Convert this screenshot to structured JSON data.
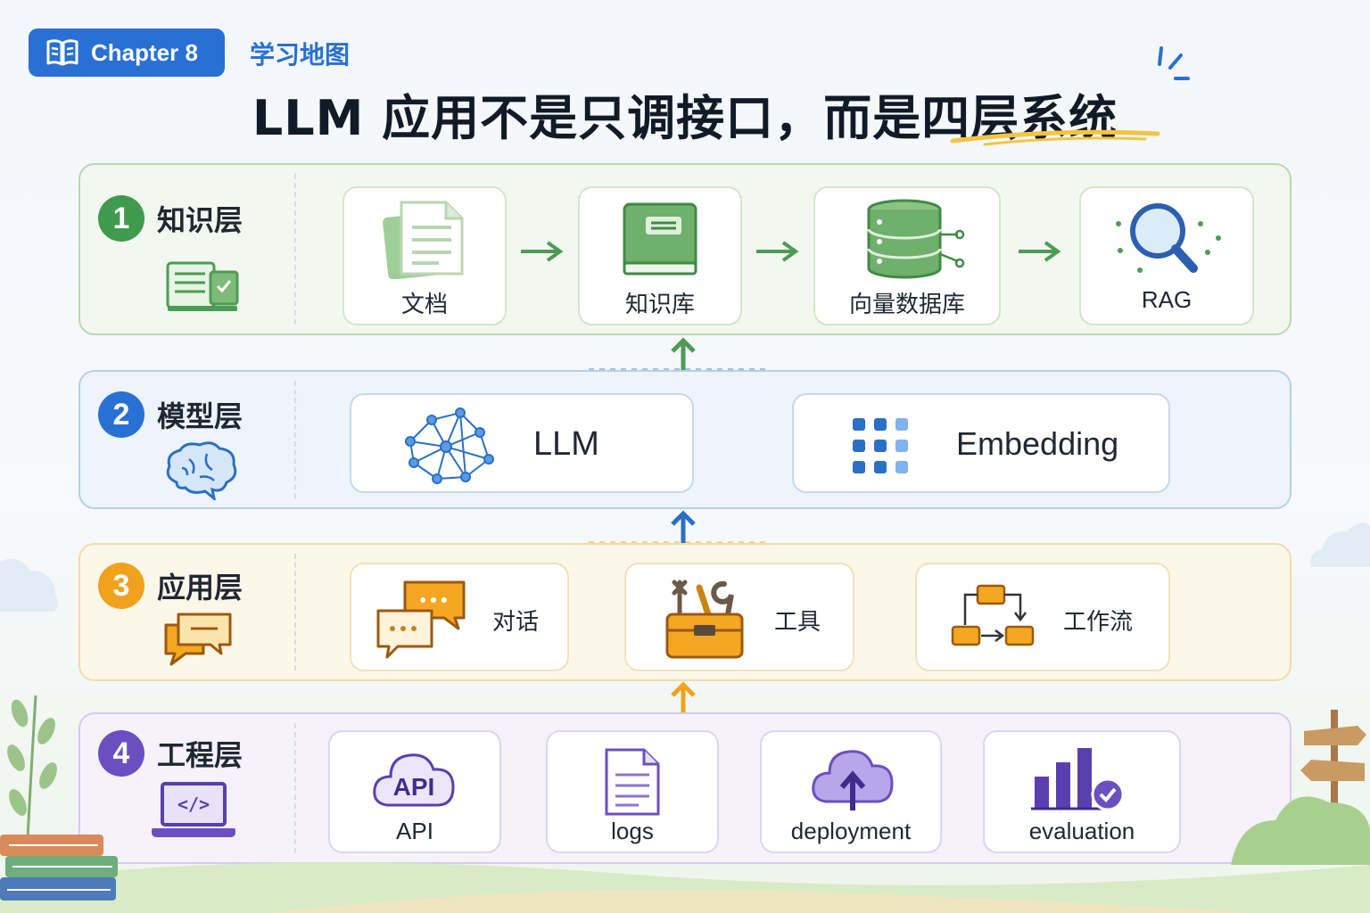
{
  "header": {
    "badge": "Chapter 8",
    "subtitle": "学习地图",
    "title": "LLM 应用不是只调接口，而是四层系统"
  },
  "layers": [
    {
      "number": "1",
      "name": "知识层",
      "color": "#3f9a4d",
      "items": [
        "文档",
        "知识库",
        "向量数据库",
        "RAG"
      ]
    },
    {
      "number": "2",
      "name": "模型层",
      "color": "#2870d4",
      "items": [
        "LLM",
        "Embedding"
      ]
    },
    {
      "number": "3",
      "name": "应用层",
      "color": "#f0a21e",
      "items": [
        "对话",
        "工具",
        "工作流"
      ]
    },
    {
      "number": "4",
      "name": "工程层",
      "color": "#6b4fc1",
      "items": [
        "API",
        "logs",
        "deployment",
        "evaluation"
      ],
      "icon_text": {
        "api": "API",
        "code": "</>"
      }
    }
  ],
  "icons": [
    "book-icon",
    "document-icon",
    "knowledge-book-icon",
    "database-icon",
    "magnifier-icon",
    "brain-icon",
    "network-icon",
    "grid-icon",
    "chat-icon",
    "toolbox-icon",
    "workflow-icon",
    "cloud-api-icon",
    "log-file-icon",
    "cloud-upload-icon",
    "bar-chart-icon",
    "laptop-code-icon"
  ]
}
